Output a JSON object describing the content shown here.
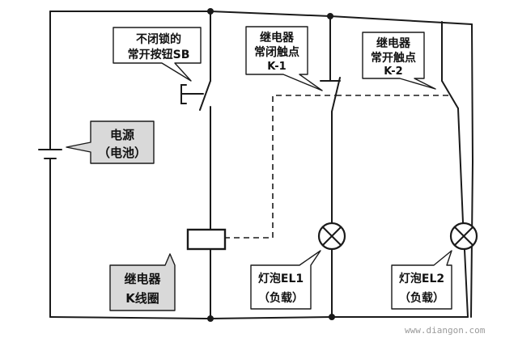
{
  "labels": {
    "button": [
      "不闭锁的",
      "常开按钮SB"
    ],
    "nc_contact": [
      "继电器",
      "常闭触点",
      "K-1"
    ],
    "no_contact": [
      "继电器",
      "常开触点",
      "K-2"
    ],
    "power": [
      "电源",
      "（电池）"
    ],
    "coil": [
      "继电器",
      "K线圈"
    ],
    "lamp1": [
      "灯泡EL1",
      "（负载）"
    ],
    "lamp2": [
      "灯泡EL2",
      "（负载）"
    ]
  },
  "watermark": "www.diangon.com",
  "colors": {
    "callout_fill_white": "#ffffff",
    "callout_fill_grey": "#d9d9d9",
    "ink": "#1a1a1a"
  }
}
